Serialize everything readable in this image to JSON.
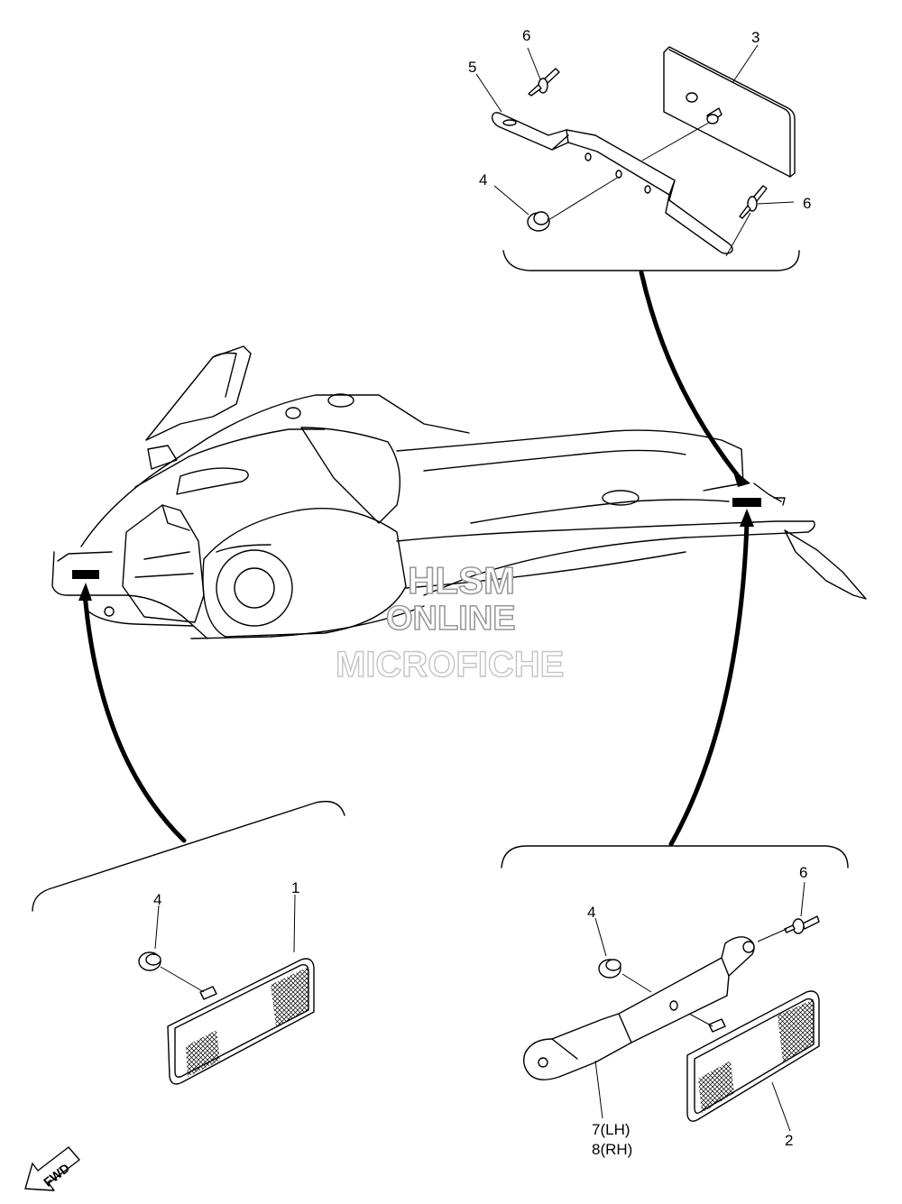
{
  "callouts": {
    "top_rivet_upper": "6",
    "top_bracket": "5",
    "top_plate": "3",
    "top_nut": "4",
    "top_rivet_lower": "6",
    "front_nut": "4",
    "front_reflector": "1",
    "rear_nut": "4",
    "rear_rivet": "6",
    "rear_bracket_lh": "7(LH)",
    "rear_bracket_rh": "8(RH)",
    "rear_reflector": "2"
  },
  "watermark": {
    "line1": "HLSM",
    "line2": "ONLINE",
    "line3": "MICROFICHE"
  },
  "fwd_label": "FWD"
}
